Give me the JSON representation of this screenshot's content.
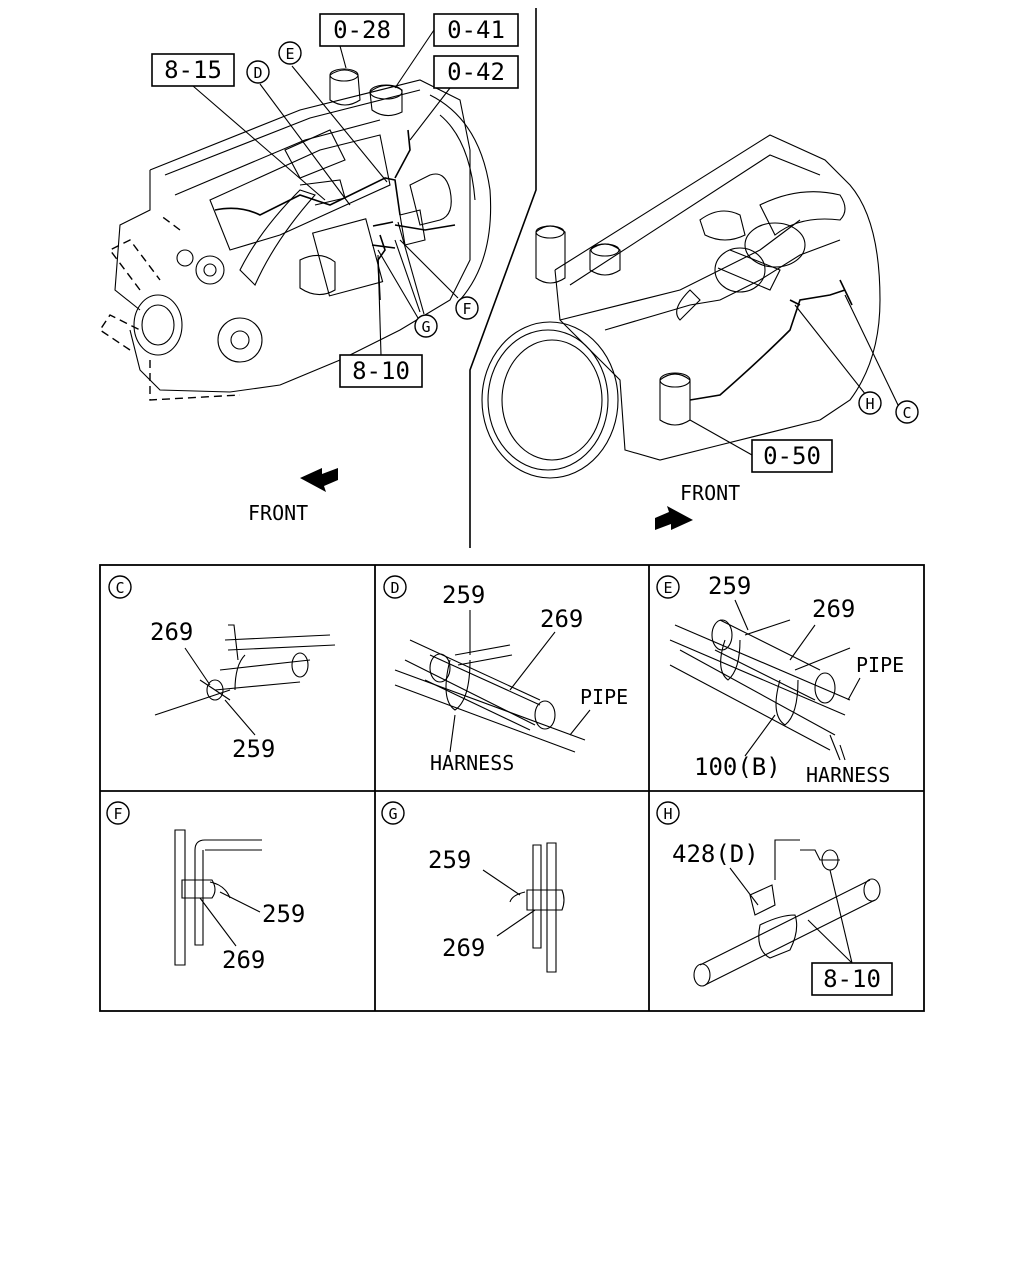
{
  "engine_left": {
    "refs": {
      "ref_0_28": "0-28",
      "ref_0_41": "0-41",
      "ref_0_42": "0-42",
      "ref_8_15": "8-15",
      "ref_8_10": "8-10"
    },
    "callouts": {
      "d": "D",
      "e": "E",
      "f": "F",
      "g": "G"
    },
    "front_label": "FRONT"
  },
  "engine_right": {
    "refs": {
      "ref_0_50": "0-50"
    },
    "callouts": {
      "c": "C",
      "h": "H"
    },
    "front_label": "FRONT"
  },
  "details": {
    "c": {
      "id": "C",
      "labels": [
        "269",
        "259"
      ]
    },
    "d": {
      "id": "D",
      "labels": [
        "259",
        "269",
        "PIPE",
        "HARNESS"
      ]
    },
    "e": {
      "id": "E",
      "labels": [
        "259",
        "269",
        "PIPE",
        "100(B)",
        "HARNESS"
      ]
    },
    "f": {
      "id": "F",
      "labels": [
        "259",
        "269"
      ]
    },
    "g": {
      "id": "G",
      "labels": [
        "259",
        "269"
      ]
    },
    "h": {
      "id": "H",
      "labels": [
        "428(D)"
      ],
      "ref": "8-10"
    }
  },
  "colors": {
    "line": "#000000",
    "background": "#ffffff"
  }
}
